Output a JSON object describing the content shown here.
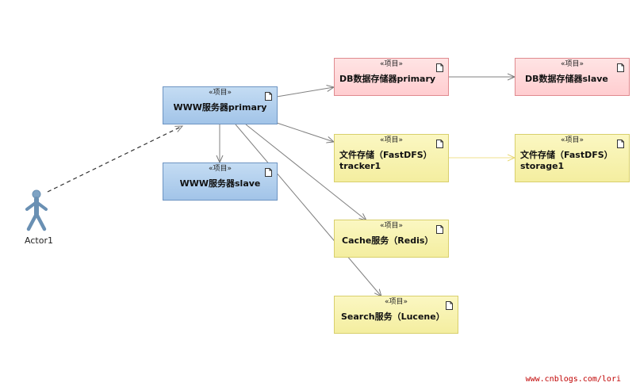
{
  "stereotype": "«项目»",
  "nodes": {
    "www_primary": {
      "title": "WWW服务器primary"
    },
    "www_slave": {
      "title": "WWW服务器slave"
    },
    "db_primary": {
      "title": "DB数据存储器primary"
    },
    "db_slave": {
      "title": "DB数据存储器slave"
    },
    "fs_tracker": {
      "title": "文件存储（FastDFS）",
      "subtitle": "tracker1"
    },
    "fs_storage": {
      "title": "文件存储（FastDFS）",
      "subtitle": "storage1"
    },
    "cache": {
      "title": "Cache服务（Redis）"
    },
    "search": {
      "title": "Search服务（Lucene）"
    }
  },
  "actor": {
    "label": "Actor1"
  },
  "watermark": "www.cnblogs.com/lori",
  "colors": {
    "blue_fill": "#b4d0ee",
    "red_fill": "#ffd6d8",
    "yellow_fill": "#f7f2b0",
    "connector": "#808080",
    "actor": "#7ea3c4",
    "watermark": "#c00000"
  }
}
